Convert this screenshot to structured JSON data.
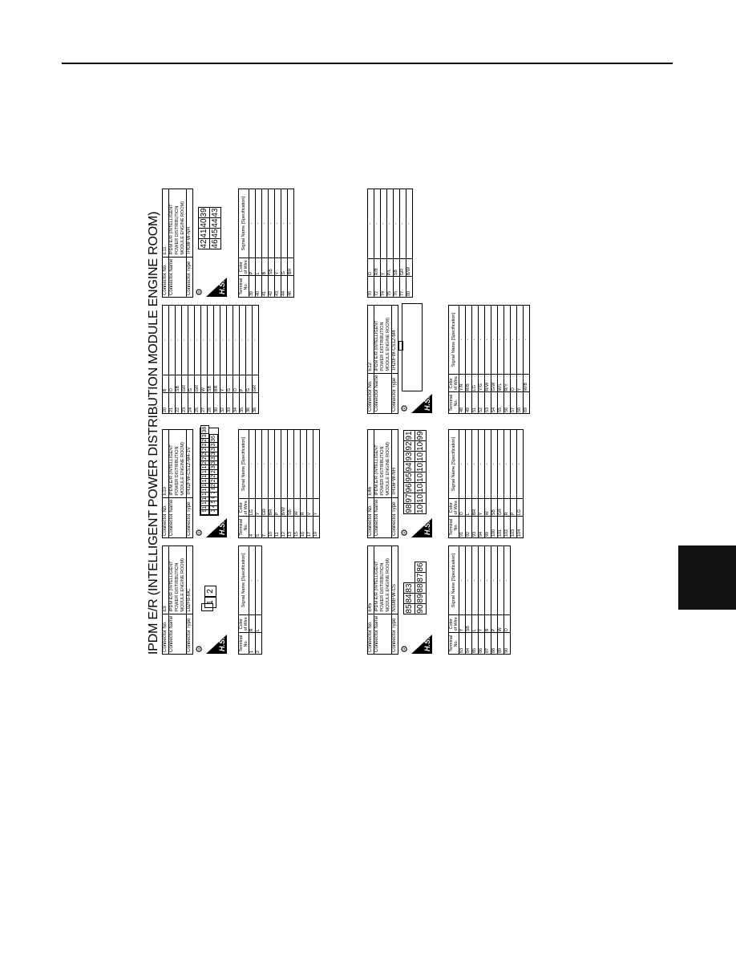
{
  "page_title": "IPDM E/R (INTELLIGENT POWER DISTRIBUTION MODULE ENGINE ROOM)",
  "labels": {
    "connector_no": "Connector No.",
    "connector_name": "Connector Name",
    "connector_type": "Connector Type",
    "terminal_no": "Terminal No.",
    "color_of_wire": "Color of Wire",
    "signal_name": "Signal Name [Specification]",
    "hs": "H.S."
  },
  "connectors": [
    {
      "no": "E9",
      "name": "IPDM E/R (INTELLIGENT POWER DISTRIBUTION MODULE ENGINE ROOM)",
      "type": "L02FB-MC",
      "cells": [
        "1",
        "2"
      ],
      "pins": [
        [
          "1",
          "R",
          "-"
        ],
        [
          "2",
          "L",
          "-"
        ]
      ]
    },
    {
      "no": "E10",
      "name": "IPDM E/R (INTELLIGENT POWER DISTRIBUTION MODULE ENGINE ROOM)",
      "type": "TH32FW-CS12-M4-1V",
      "cells_top": [
        "9",
        "10",
        "11",
        "12",
        "13",
        "14",
        "15",
        "16",
        "17",
        "18",
        "19",
        "20",
        "21",
        "22",
        "23",
        "24",
        "25",
        "37",
        "38"
      ],
      "cells_bot": [
        "3",
        "4",
        "5",
        "6",
        "7",
        "8",
        "26",
        "27",
        "28",
        "29",
        "30",
        "31",
        "32",
        "33",
        "34",
        "35",
        "36"
      ],
      "pins": [
        [
          "4",
          "LG",
          "-"
        ],
        [
          "5",
          "Y",
          "-"
        ],
        [
          "7",
          "GR",
          "-"
        ],
        [
          "10",
          "BR",
          "-"
        ],
        [
          "11",
          "P",
          "-"
        ],
        [
          "12",
          "B/W",
          "-"
        ],
        [
          "13",
          "SB",
          "-"
        ],
        [
          "15",
          "W",
          "-"
        ],
        [
          "16",
          "R",
          "-"
        ],
        [
          "17",
          "V",
          "-"
        ],
        [
          "19",
          "Y",
          "-"
        ]
      ]
    },
    {
      "no": "E10",
      "pins_cont": [
        [
          "20",
          "B",
          "-"
        ],
        [
          "21",
          "O",
          "-"
        ],
        [
          "22",
          "SB",
          "-"
        ],
        [
          "23",
          "GR",
          "-"
        ],
        [
          "24",
          "G",
          "-"
        ],
        [
          "25",
          "GR",
          "-"
        ],
        [
          "27",
          "W",
          "-"
        ],
        [
          "28",
          "SB",
          "-"
        ],
        [
          "30",
          "BR",
          "-"
        ],
        [
          "32",
          "Y",
          "-"
        ],
        [
          "33",
          "G",
          "-"
        ],
        [
          "34",
          "O",
          "-"
        ],
        [
          "35",
          "P",
          "-"
        ],
        [
          "36",
          "G",
          "-"
        ],
        [
          "38",
          "GR",
          "-"
        ]
      ]
    },
    {
      "no": "E11",
      "name": "IPDM E/R (INTELLIGENT POWER DISTRIBUTION MODULE ENGINE ROOM)",
      "type": "TH08FW-NH",
      "cells_top": [
        "42",
        "41",
        "40",
        "39"
      ],
      "cells_bot": [
        "46",
        "45",
        "44",
        "43"
      ],
      "pins": [
        [
          "39",
          "P",
          "-"
        ],
        [
          "40",
          "L",
          "-"
        ],
        [
          "41",
          "B",
          "-"
        ],
        [
          "42",
          "SB",
          "-"
        ],
        [
          "43",
          "Y",
          "-"
        ],
        [
          "44",
          "G",
          "-"
        ],
        [
          "46",
          "BR",
          "-"
        ]
      ]
    },
    {
      "no": "E45",
      "name": "IPDM E/R (INTELLIGENT POWER DISTRIBUTION MODULE ENGINE ROOM)",
      "type": "NS08FW-CS",
      "cells_top": [
        "85",
        "84",
        "83"
      ],
      "cells_bot": [
        "90",
        "89",
        "88",
        "87",
        "86"
      ],
      "pins": [
        [
          "83",
          "Y",
          "-"
        ],
        [
          "84",
          "SB",
          "-"
        ],
        [
          "85",
          "L",
          "-"
        ],
        [
          "86",
          "Y",
          "-"
        ],
        [
          "87",
          "R",
          "-"
        ],
        [
          "88",
          "P",
          "-"
        ],
        [
          "89",
          "W",
          "-"
        ],
        [
          "90",
          "O",
          "-"
        ]
      ]
    },
    {
      "no": "E46",
      "name": "IPDM E/R (INTELLIGENT POWER DISTRIBUTION MODULE ENGINE ROOM)",
      "type": "TH16FW-NH",
      "cells_top": [
        "98",
        "97",
        "96",
        "95",
        "94",
        "93",
        "92",
        "91"
      ],
      "cells_bot": [
        "106",
        "105",
        "104",
        "103",
        "102",
        "101",
        "100",
        "99"
      ],
      "pins": [
        [
          "91",
          "O",
          "-"
        ],
        [
          "92",
          "L",
          "-"
        ],
        [
          "93",
          "BR",
          "-"
        ],
        [
          "94",
          "Y",
          "-"
        ],
        [
          "99",
          "W",
          "-"
        ],
        [
          "100",
          "SB",
          "-"
        ],
        [
          "101",
          "GR",
          "-"
        ],
        [
          "102",
          "R",
          "-"
        ],
        [
          "103",
          "P",
          "-"
        ],
        [
          "104",
          "LG",
          "-"
        ]
      ]
    },
    {
      "no": "E12",
      "name": "IPDM E/R (INTELLIGENT POWER DISTRIBUTION MODULE ENGINE ROOM)",
      "type": "TH20FW-CS12-M4",
      "pins": [
        [
          "48",
          "Y/R",
          "-"
        ],
        [
          "49",
          "R/B",
          "-"
        ],
        [
          "51",
          "LG",
          "-"
        ],
        [
          "52",
          "Y/G",
          "-"
        ],
        [
          "53",
          "R/W",
          "-"
        ],
        [
          "54",
          "G/W",
          "-"
        ],
        [
          "55",
          "W/L",
          "-"
        ],
        [
          "56",
          "R/Y",
          "-"
        ],
        [
          "57",
          "O",
          "-"
        ],
        [
          "58",
          "Y",
          "-"
        ],
        [
          "69",
          "W/B",
          "-"
        ]
      ]
    },
    {
      "no": "E12",
      "pins_cont": [
        [
          "70",
          "O",
          "-"
        ],
        [
          "72",
          "R/B",
          "-"
        ],
        [
          "74",
          "Y",
          "-"
        ],
        [
          "75",
          "P/L",
          "-"
        ],
        [
          "76",
          "SB",
          "-"
        ],
        [
          "77",
          "GR",
          "-"
        ],
        [
          "80",
          "B/W",
          "-"
        ]
      ]
    }
  ]
}
